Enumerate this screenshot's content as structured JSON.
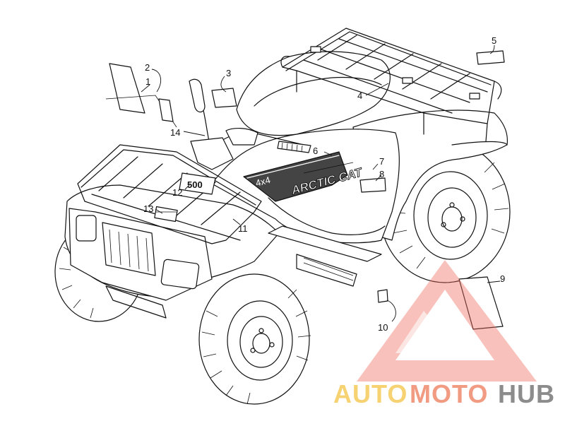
{
  "diagram": {
    "callouts": [
      {
        "id": "1",
        "label": "1"
      },
      {
        "id": "2",
        "label": "2"
      },
      {
        "id": "3",
        "label": "3"
      },
      {
        "id": "4",
        "label": "4"
      },
      {
        "id": "5",
        "label": "5"
      },
      {
        "id": "6",
        "label": "6"
      },
      {
        "id": "7",
        "label": "7"
      },
      {
        "id": "8",
        "label": "8"
      },
      {
        "id": "9",
        "label": "9"
      },
      {
        "id": "10",
        "label": "10"
      },
      {
        "id": "11",
        "label": "11"
      },
      {
        "id": "12",
        "label": "12"
      },
      {
        "id": "13",
        "label": "13"
      },
      {
        "id": "14",
        "label": "14"
      }
    ],
    "side_decal_text": "ARCTIC CAT",
    "side_decal_small_text": "4x4",
    "front_badge_text": "500"
  },
  "watermark": {
    "part1": "AUTO",
    "part2": "MOTO",
    "part3": "HUB",
    "colors": {
      "part1": "#f3c343",
      "part2": "#ee7a5a",
      "part3": "#666666",
      "triangle": "#ee6a5a"
    }
  }
}
